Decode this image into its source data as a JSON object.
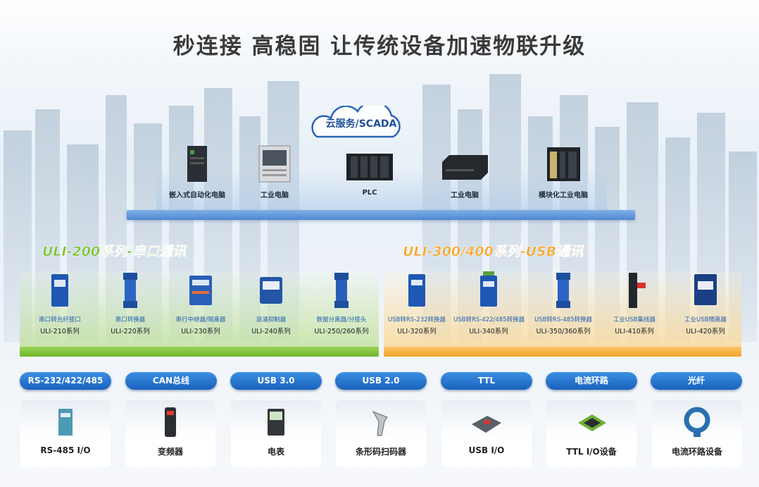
{
  "headline": "秒连接 高稳固 让传统设备加速物联升级",
  "cloud": "云服务/SCADA",
  "top_devices": [
    {
      "label": "嵌入式自动化电脑",
      "icon": "embedded-pc-icon"
    },
    {
      "label": "工业电脑",
      "icon": "industrial-pc-icon"
    },
    {
      "label": "PLC",
      "icon": "plc-icon"
    },
    {
      "label": "工业电脑",
      "icon": "mini-pc-icon"
    },
    {
      "label": "模块化工业电脑",
      "icon": "modular-pc-icon"
    }
  ],
  "series": {
    "green_title": "ULI-200系列-串口通讯",
    "orange_title": "ULI-300/400系列-USB通讯",
    "green_color": "#8dcf3f",
    "orange_color": "#f6b73c"
  },
  "uli_green": [
    {
      "name": "串口转光纤接口",
      "model": "ULI-210系列"
    },
    {
      "name": "串口转换器",
      "model": "ULI-220系列"
    },
    {
      "name": "串行中继器/隔离器",
      "model": "ULI-230系列"
    },
    {
      "name": "浪涌抑制器",
      "model": "ULI-240系列"
    },
    {
      "name": "数据分离器/分接头",
      "model": "ULI-250/260系列"
    }
  ],
  "uli_orange": [
    {
      "name": "USB转RS-232转换器",
      "model": "ULI-320系列"
    },
    {
      "name": "USB转RS-422/485转换器",
      "model": "ULI-340系列"
    },
    {
      "name": "USB转RS-485转换器",
      "model": "ULI-350/360系列"
    },
    {
      "name": "工业USB集线器",
      "model": "ULI-410系列"
    },
    {
      "name": "工业USB隔离器",
      "model": "ULI-420系列"
    }
  ],
  "interfaces": [
    "RS-232/422/485",
    "CAN总线",
    "USB 3.0",
    "USB 2.0",
    "TTL",
    "电流环路",
    "光纤"
  ],
  "endpoints": [
    {
      "label": "RS-485 I/O",
      "icon": "io-module-icon"
    },
    {
      "label": "变频器",
      "icon": "inverter-icon"
    },
    {
      "label": "电表",
      "icon": "meter-icon"
    },
    {
      "label": "条形码扫码器",
      "icon": "barcode-scanner-icon"
    },
    {
      "label": "USB I/O",
      "icon": "usb-io-board-icon"
    },
    {
      "label": "TTL I/O设备",
      "icon": "uart-chip-icon"
    },
    {
      "label": "电流环路设备",
      "icon": "current-sensor-icon"
    }
  ]
}
